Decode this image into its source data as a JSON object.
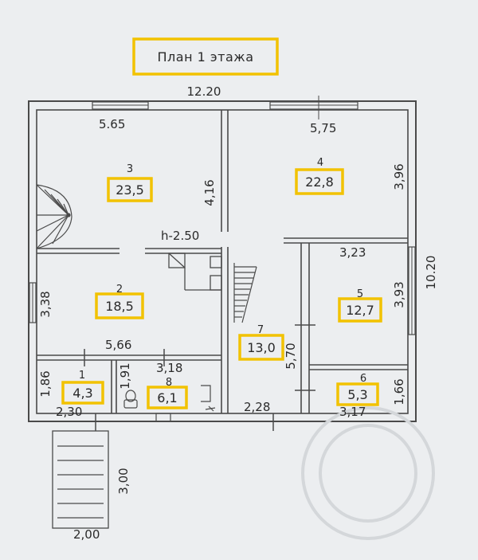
{
  "plan": {
    "title": "План 1 этажа",
    "dimensions": {
      "total_width": "12.20",
      "total_height": "10.20",
      "d_5_65": "5.65",
      "d_5_75": "5,75",
      "d_4_16": "4,16",
      "d_3_96": "3,96",
      "d_3_23": "3,23",
      "d_3_38": "3,38",
      "d_3_93": "3,93",
      "d_5_66": "5,66",
      "d_5_70": "5,70",
      "d_3_18": "3,18",
      "d_1_86": "1,86",
      "d_1_91": "1,91",
      "d_1_66": "1,66",
      "d_2_30": "2,30",
      "d_2_28": "2,28",
      "d_3_17": "3,17",
      "d_3_00": "3,00",
      "d_2_00": "2,00"
    },
    "ceiling_height": "h-2.50",
    "rooms": [
      {
        "number": "1",
        "area": "4,3"
      },
      {
        "number": "2",
        "area": "18,5"
      },
      {
        "number": "3",
        "area": "23,5"
      },
      {
        "number": "4",
        "area": "22,8"
      },
      {
        "number": "5",
        "area": "12,7"
      },
      {
        "number": "6",
        "area": "5,3"
      },
      {
        "number": "7",
        "area": "13,0"
      },
      {
        "number": "8",
        "area": "6,1"
      }
    ],
    "colors": {
      "highlight": "#f2c200",
      "wall": "#4a4a4a",
      "paper": "#eceef0"
    }
  }
}
